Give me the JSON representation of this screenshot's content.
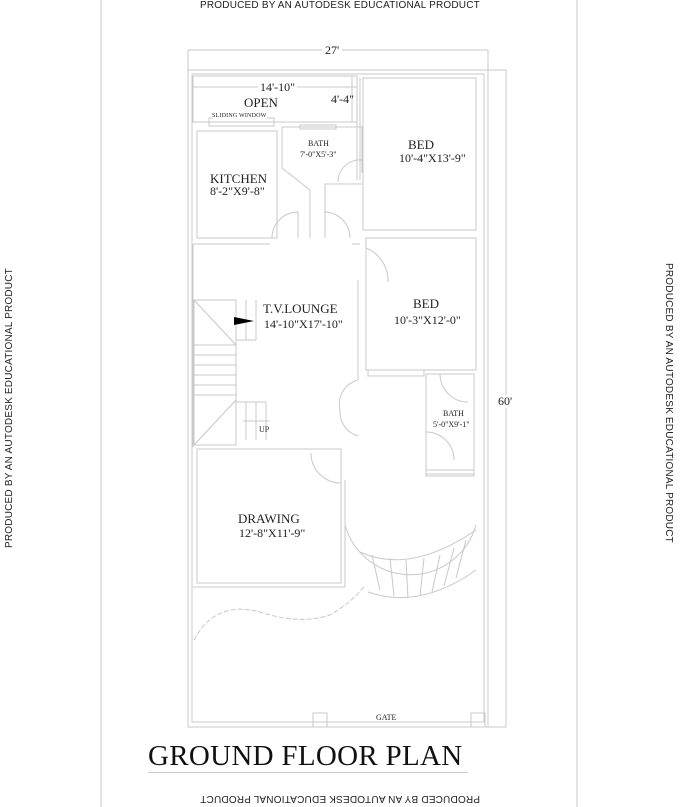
{
  "watermark": {
    "top": "PRODUCED BY AN AUTODESK EDUCATIONAL PRODUCT",
    "bottom": "PRODUCED BY AN AUTODESK EDUCATIONAL PRODUCT",
    "left": "PRODUCED BY AN AUTODESK EDUCATIONAL PRODUCT",
    "right": "PRODUCED BY AN AUTODESK EDUCATIONAL PRODUCT"
  },
  "plan": {
    "title": "GROUND FLOOR PLAN",
    "overall_width": "27'",
    "overall_depth": "60'",
    "rooms": [
      {
        "name": "OPEN",
        "dim_width": "14'-10\"",
        "dim_depth": "4'-4\""
      },
      {
        "name": "BATH",
        "size": "7'-0\"X5'-3\""
      },
      {
        "name": "BED",
        "size": "10'-4\"X13'-9\""
      },
      {
        "name": "KITCHEN",
        "size": "8'-2\"X9'-8\""
      },
      {
        "name": "T.V.LOUNGE",
        "size": "14'-10\"X17'-10\""
      },
      {
        "name": "BED",
        "size": "10'-3\"X12'-0\""
      },
      {
        "name": "BATH",
        "size": "5'-0\"X9'-1\""
      },
      {
        "name": "DRAWING",
        "size": "12'-8\"X11'-9\""
      }
    ],
    "annotations": {
      "sliding_window": "SLIDING WINDOW",
      "stair_up": "UP",
      "gate": "GATE"
    },
    "colors": {
      "line": "#c8c8c8",
      "text": "#222222",
      "arrow": "#000000"
    }
  }
}
